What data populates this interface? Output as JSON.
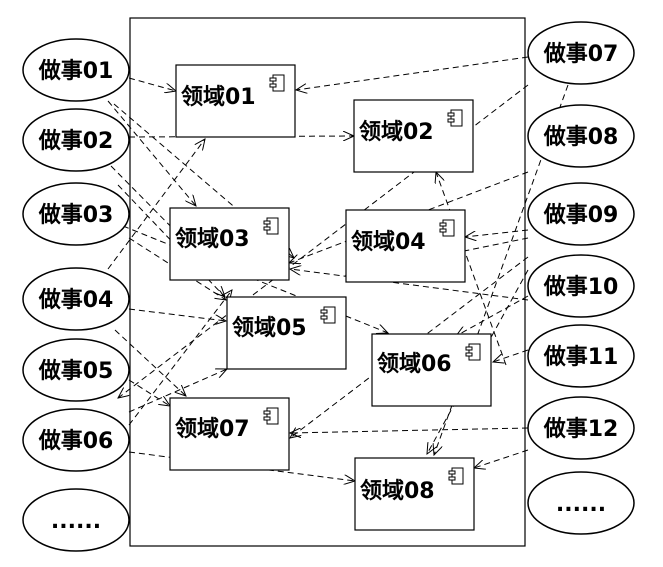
{
  "actors_left": [
    "做事01",
    "做事02",
    "做事03",
    "做事04",
    "做事05",
    "做事06",
    "......"
  ],
  "actors_right": [
    "做事07",
    "做事08",
    "做事09",
    "做事10",
    "做事11",
    "做事12",
    "......"
  ],
  "domains": [
    "领域01",
    "领域02",
    "领域03",
    "领域04",
    "领域05",
    "领域06",
    "领域07",
    "领域08"
  ]
}
